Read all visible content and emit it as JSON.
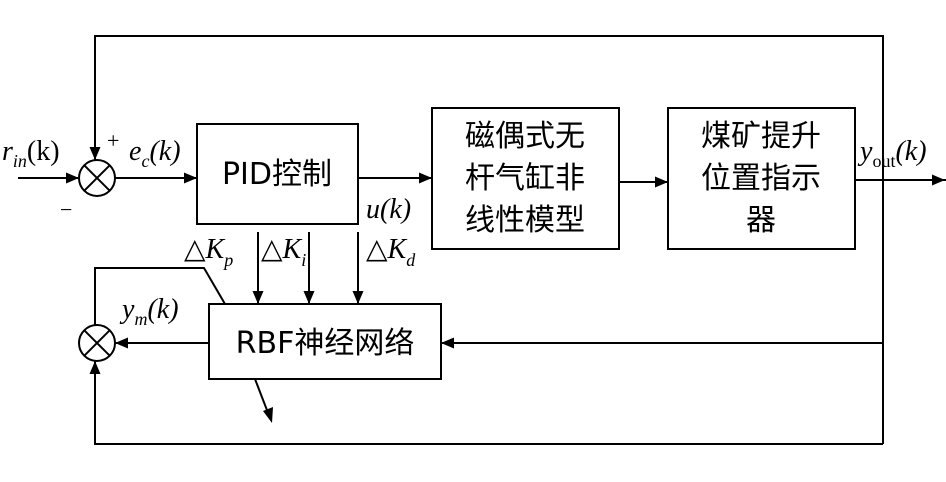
{
  "blocks": {
    "pid": {
      "label": "PID控制"
    },
    "model": {
      "lines": [
        "磁偶式无",
        "杆气缸非",
        "线性模型"
      ]
    },
    "indicator": {
      "lines": [
        "煤矿提升",
        "位置指示",
        "器"
      ]
    },
    "rbf": {
      "label": "RBF神经网络"
    }
  },
  "signals": {
    "input": {
      "base": "r",
      "sub": "in",
      "arg": "(k)"
    },
    "error": {
      "base": "e",
      "sub": "c",
      "arg": "(k)"
    },
    "control": {
      "text": "u(k)"
    },
    "output": {
      "base": "y",
      "sub": "out",
      "arg": "(k)"
    },
    "model_out": {
      "base": "y",
      "sub": "m",
      "arg": "(k)"
    },
    "delta_kp": {
      "delta": "△",
      "base": "K",
      "sub": "p"
    },
    "delta_ki": {
      "delta": "△",
      "base": "K",
      "sub": "i"
    },
    "delta_kd": {
      "delta": "△",
      "base": "K",
      "sub": "d"
    }
  },
  "signs": {
    "plus": "+",
    "minus": "−"
  }
}
